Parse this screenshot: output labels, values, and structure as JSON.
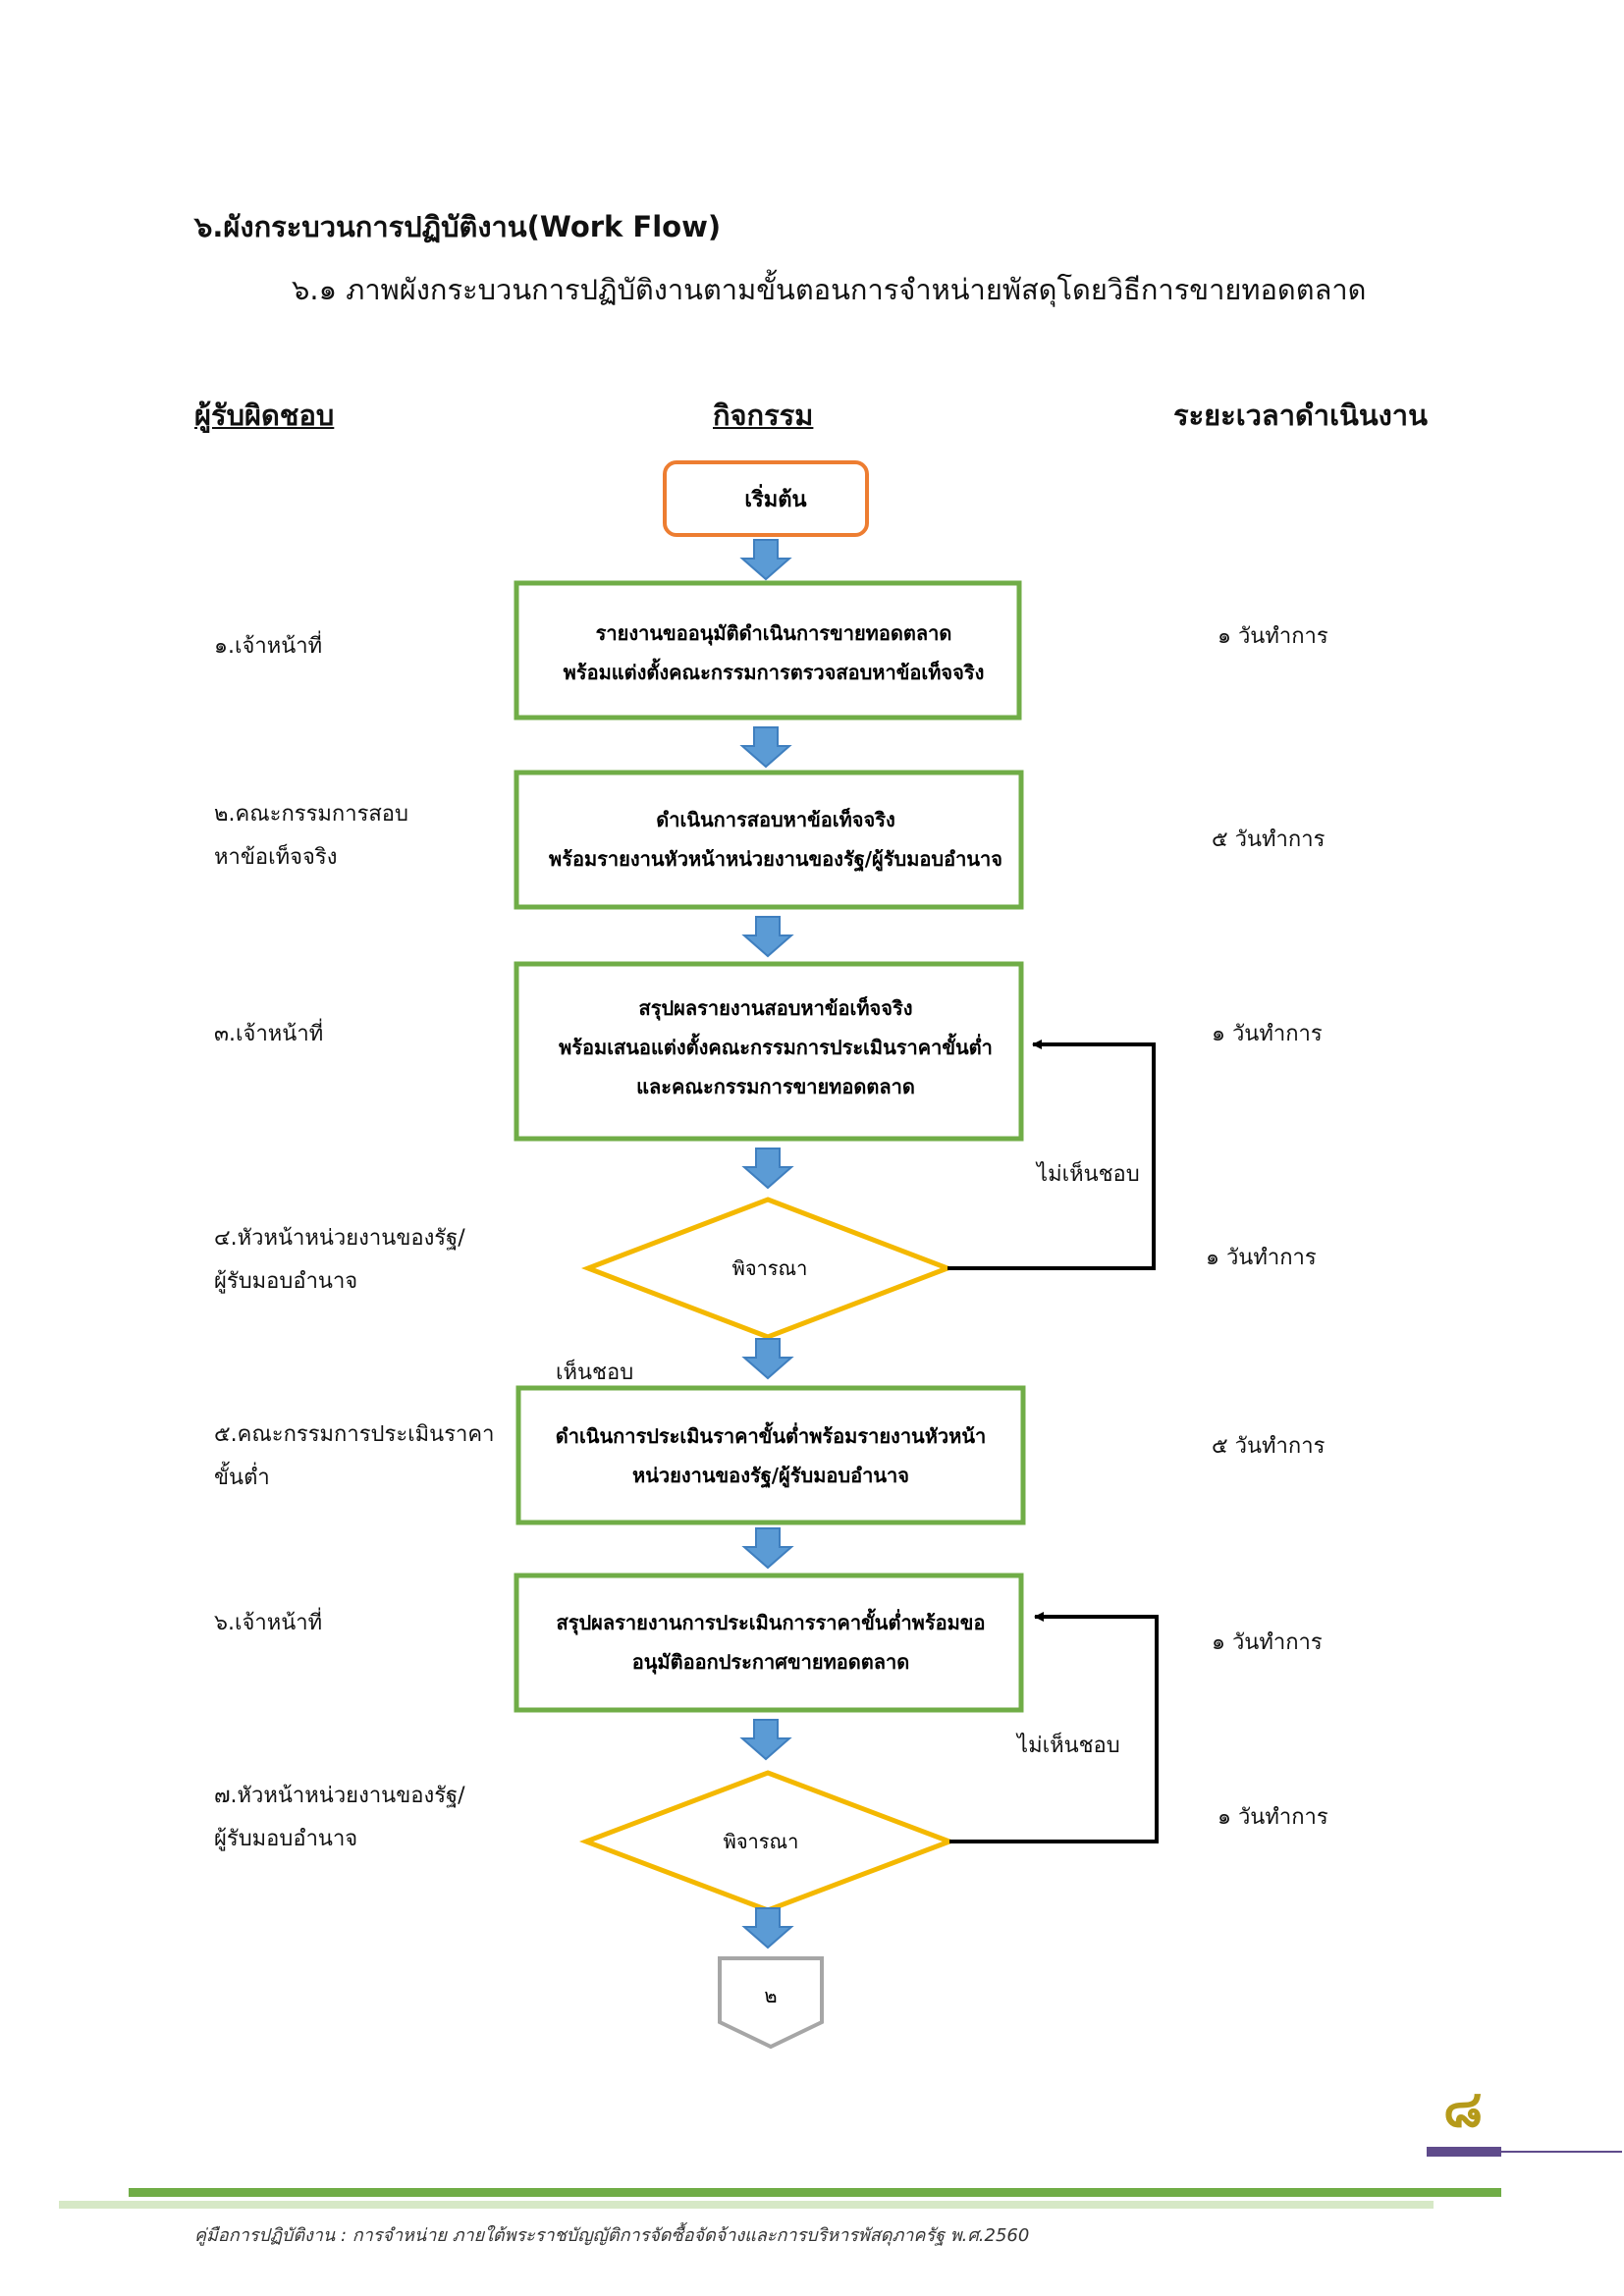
{
  "heading": "๖.ผังกระบวนการปฏิบัติงาน(Work Flow)",
  "subheading": "๖.๑ ภาพผังกระบวนการปฏิบัติงานตามขั้นตอนการจำหน่ายพัสดุโดยวิธีการขายทอดตลาด",
  "columns": {
    "responsible": "ผู้รับผิดชอบ",
    "activity": "กิจกรรม",
    "duration": "ระยะเวลาดำเนินงาน"
  },
  "start": "เริ่มต้น",
  "steps": [
    {
      "responsible": [
        "๑.เจ้าหน้าที่"
      ],
      "activity": [
        "รายงานขออนุมัติดำเนินการขายทอดตลาด",
        "พร้อมแต่งตั้งคณะกรรมการตรวจสอบหาข้อเท็จจริง"
      ],
      "duration": "๑  วันทำการ"
    },
    {
      "responsible": [
        "๒.คณะกรรมการสอบ",
        "หาข้อเท็จจริง"
      ],
      "activity": [
        "ดำเนินการสอบหาข้อเท็จจริง",
        "พร้อมรายงานหัวหน้าหน่วยงานของรัฐ/ผู้รับมอบอำนาจ"
      ],
      "duration": "๕  วันทำการ"
    },
    {
      "responsible": [
        "๓.เจ้าหน้าที่"
      ],
      "activity": [
        "สรุปผลรายงานสอบหาข้อเท็จจริง",
        "พร้อมเสนอแต่งตั้งคณะกรรมการประเมินราคาขั้นต่ำ",
        "และคณะกรรมการขายทอดตลาด"
      ],
      "duration": "๑  วันทำการ"
    },
    {
      "responsible": [
        "๔.หัวหน้าหน่วยงานของรัฐ/",
        "ผู้รับมอบอำนาจ"
      ],
      "activity": [
        "พิจารณา"
      ],
      "duration": "๑  วันทำการ"
    },
    {
      "responsible": [
        "๕.คณะกรรมการประเมินราคา",
        "ขั้นต่ำ"
      ],
      "activity": [
        "ดำเนินการประเมินราคาขั้นต่ำพร้อมรายงานหัวหน้า",
        "หน่วยงานของรัฐ/ผู้รับมอบอำนาจ"
      ],
      "duration": "๕  วันทำการ"
    },
    {
      "responsible": [
        "๖.เจ้าหน้าที่"
      ],
      "activity": [
        "สรุปผลรายงานการประเมินการราคาขั้นต่ำพร้อมขอ",
        "อนุมัติออกประกาศขายทอดตลาด"
      ],
      "duration": "๑  วันทำการ"
    },
    {
      "responsible": [
        "๗.หัวหน้าหน่วยงานของรัฐ/",
        "ผู้รับมอบอำนาจ"
      ],
      "activity": [
        "พิจารณา"
      ],
      "duration": "๑  วันทำการ"
    }
  ],
  "labels": {
    "disapprove_1": "ไม่เห็นชอบ",
    "approve": "เห็นชอบ",
    "disapprove_2": "ไม่เห็นชอบ"
  },
  "connector": "๒",
  "page_mark": "๘",
  "footer": "คู่มือการปฏิบัติงาน :  การจำหน่าย ภายใต้พระราชบัญญัติการจัดซื้อจัดจ้างและการบริหารพัสดุภาครัฐ พ.ศ.2560",
  "colors": {
    "process_border": "#70ad47",
    "decision_border": "#f4b800",
    "start_border": "#ed7d31",
    "arrow": "#5b9bd5",
    "connector_border": "#a6a6a6",
    "accent_purple": "#5f4b8b",
    "accent_green": "#70ad47"
  }
}
